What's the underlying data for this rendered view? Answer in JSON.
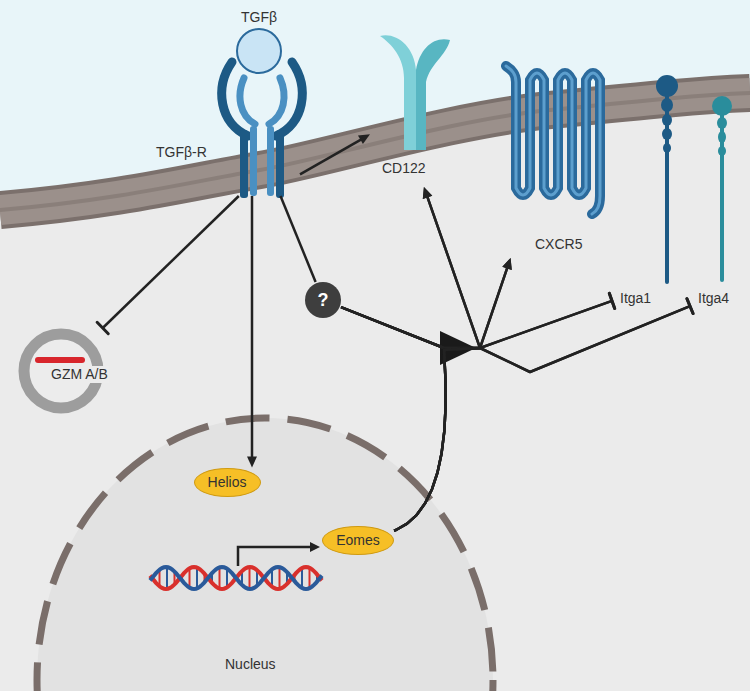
{
  "diagram": {
    "nodes": [
      {
        "text": [
          "TGFβ"
        ]
      },
      {
        "text": [
          "TGFβ-R"
        ]
      },
      {
        "text": [
          "CD122"
        ]
      },
      {
        "text": [
          "CXCR5"
        ]
      },
      {
        "text": [
          "Itga1"
        ]
      },
      {
        "text": [
          "Itga4"
        ]
      },
      {
        "text": [
          "GZM A/B"
        ]
      },
      {
        "text": [
          "?"
        ]
      },
      {
        "text": [
          "Nucleus"
        ]
      },
      {
        "text": [
          "Helios"
        ],
        "in": 8
      },
      {
        "text": [
          "Eomes"
        ],
        "in": 8
      }
    ],
    "edges": [
      {
        "from": 1,
        "to": 2,
        "arrow": "to"
      },
      {
        "from": 1,
        "to": 6,
        "arrow": "to"
      },
      {
        "from": 1,
        "to": 9,
        "arrow": "to"
      },
      {
        "from": 1,
        "to": 7,
        "arrow": "none"
      },
      {
        "from": 7,
        "to": 2,
        "arrow": "to"
      },
      {
        "from": 7,
        "to": 3,
        "arrow": "to"
      },
      {
        "from": 7,
        "to": 4,
        "arrow": "to"
      },
      {
        "from": 7,
        "to": 5,
        "arrow": "to"
      },
      {
        "from": 10,
        "to": 2,
        "arrow": "to"
      },
      {
        "from": 10,
        "to": 3,
        "arrow": "to"
      },
      {
        "from": 10,
        "to": 4,
        "arrow": "to"
      },
      {
        "from": 10,
        "to": 5,
        "arrow": "to"
      }
    ]
  }
}
